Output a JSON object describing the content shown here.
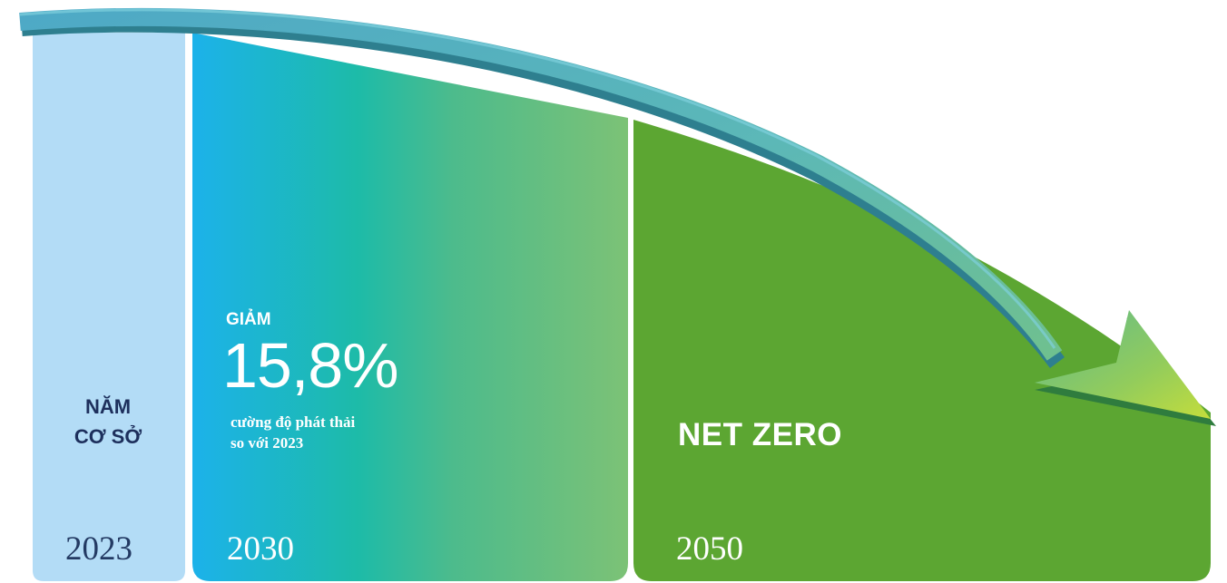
{
  "columns": {
    "base": {
      "label_line1": "NĂM",
      "label_line2": "CƠ SỞ",
      "year": "2023"
    },
    "mid": {
      "heading": "GIẢM",
      "value": "15,8%",
      "desc_line1": "cường độ phát thải",
      "desc_line2": "so với 2023",
      "year": "2030"
    },
    "final": {
      "label": "NET ZERO",
      "year": "2050"
    }
  },
  "colors": {
    "base_panel": "#b3dcf6",
    "mid_gradient_start": "#1cb3e8",
    "mid_gradient_mid": "#1ebca6",
    "mid_gradient_end": "#7cc275",
    "final_panel": "#5ba531",
    "arrow": "#4fb2c4",
    "arrow_head": "#a6d14a"
  }
}
